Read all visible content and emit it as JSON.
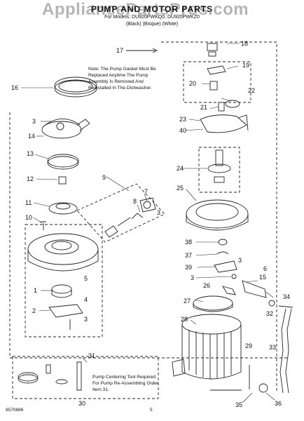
{
  "header": {
    "title": "PUMP AND MOTOR PARTS",
    "models_line": "For Models: DU920PWKQ0, DU920PWKZ0",
    "colors_line": "(Black)          (Bisque)   (White)"
  },
  "watermark": "AppliancePartsPros.com",
  "note": "Note: The Pump Gasket Must Be Replaced Anytime The Pump Assembly Is Removed And Reinstalled In The Dishwasher.",
  "tool_note": "Pump Centering Tool Required For Pump Re-Assembling Order Item 31.",
  "footer": {
    "code": "8570886",
    "page": "5"
  },
  "labels": {
    "p1": "1",
    "p2": "2",
    "p3a": "3",
    "p3b": "3",
    "p3c": "3",
    "p3d": "3",
    "p3e": "3",
    "p4": "4",
    "p5": "5",
    "p6": "6",
    "p7": "7",
    "p8": "8",
    "p9": "9",
    "p10": "10",
    "p11": "11",
    "p12": "12",
    "p13": "13",
    "p14": "14",
    "p15": "15",
    "p16": "16",
    "p17": "17",
    "p18": "18",
    "p19": "19",
    "p20": "20",
    "p21": "21",
    "p22": "22",
    "p23": "23",
    "p24": "24",
    "p25": "25",
    "p26": "26",
    "p27": "27",
    "p28": "28",
    "p29": "29",
    "p30": "30",
    "p31": "31",
    "p32": "32",
    "p33": "33",
    "p34": "34",
    "p35": "35",
    "p36": "36",
    "p37": "37",
    "p38": "38",
    "p39": "39",
    "p40": "40"
  }
}
